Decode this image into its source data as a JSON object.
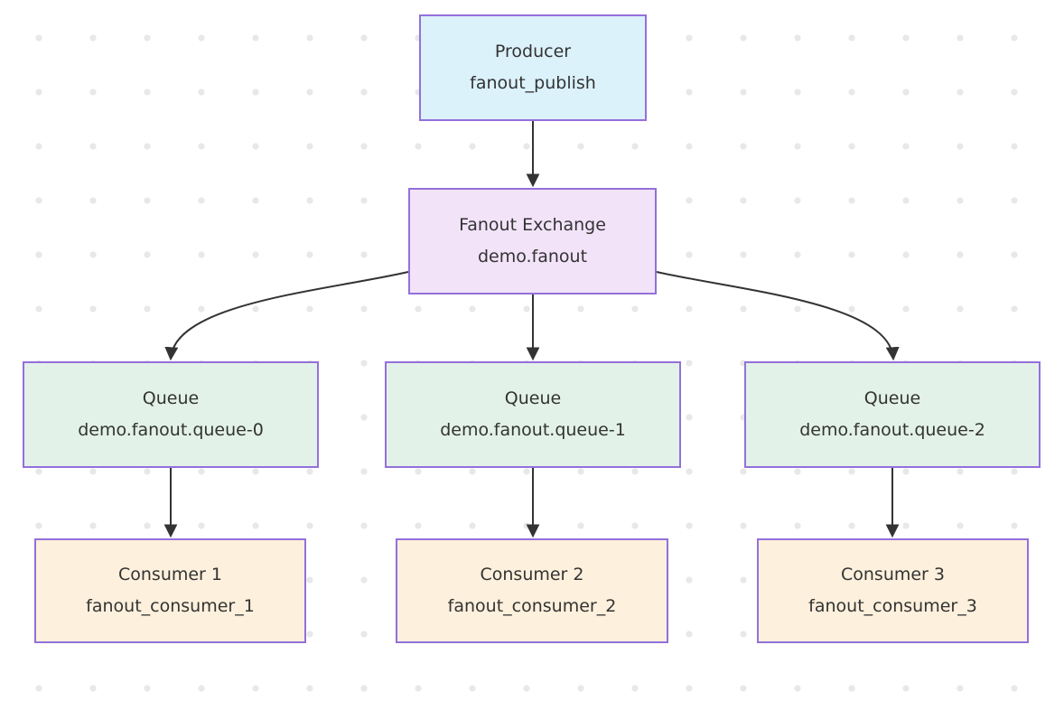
{
  "nodes": {
    "producer": {
      "title": "Producer",
      "subtitle": "fanout_publish"
    },
    "exchange": {
      "title": "Fanout Exchange",
      "subtitle": "demo.fanout"
    },
    "queue0": {
      "title": "Queue",
      "subtitle": "demo.fanout.queue-0"
    },
    "queue1": {
      "title": "Queue",
      "subtitle": "demo.fanout.queue-1"
    },
    "queue2": {
      "title": "Queue",
      "subtitle": "demo.fanout.queue-2"
    },
    "consumer1": {
      "title": "Consumer 1",
      "subtitle": "fanout_consumer_1"
    },
    "consumer2": {
      "title": "Consumer 2",
      "subtitle": "fanout_consumer_2"
    },
    "consumer3": {
      "title": "Consumer 3",
      "subtitle": "fanout_consumer_3"
    }
  },
  "edges": [
    {
      "from": "producer",
      "to": "exchange"
    },
    {
      "from": "exchange",
      "to": "queue0"
    },
    {
      "from": "exchange",
      "to": "queue1"
    },
    {
      "from": "exchange",
      "to": "queue2"
    },
    {
      "from": "queue0",
      "to": "consumer1"
    },
    {
      "from": "queue1",
      "to": "consumer2"
    },
    {
      "from": "queue2",
      "to": "consumer3"
    }
  ],
  "colors": {
    "producer_fill": "#dbf2fb",
    "exchange_fill": "#f2e3f9",
    "queue_fill": "#e3f2e8",
    "consumer_fill": "#fdf0dc",
    "node_border": "#9370db",
    "edge": "#333333",
    "text": "#333333",
    "background_dots": "#e8e8e8"
  }
}
